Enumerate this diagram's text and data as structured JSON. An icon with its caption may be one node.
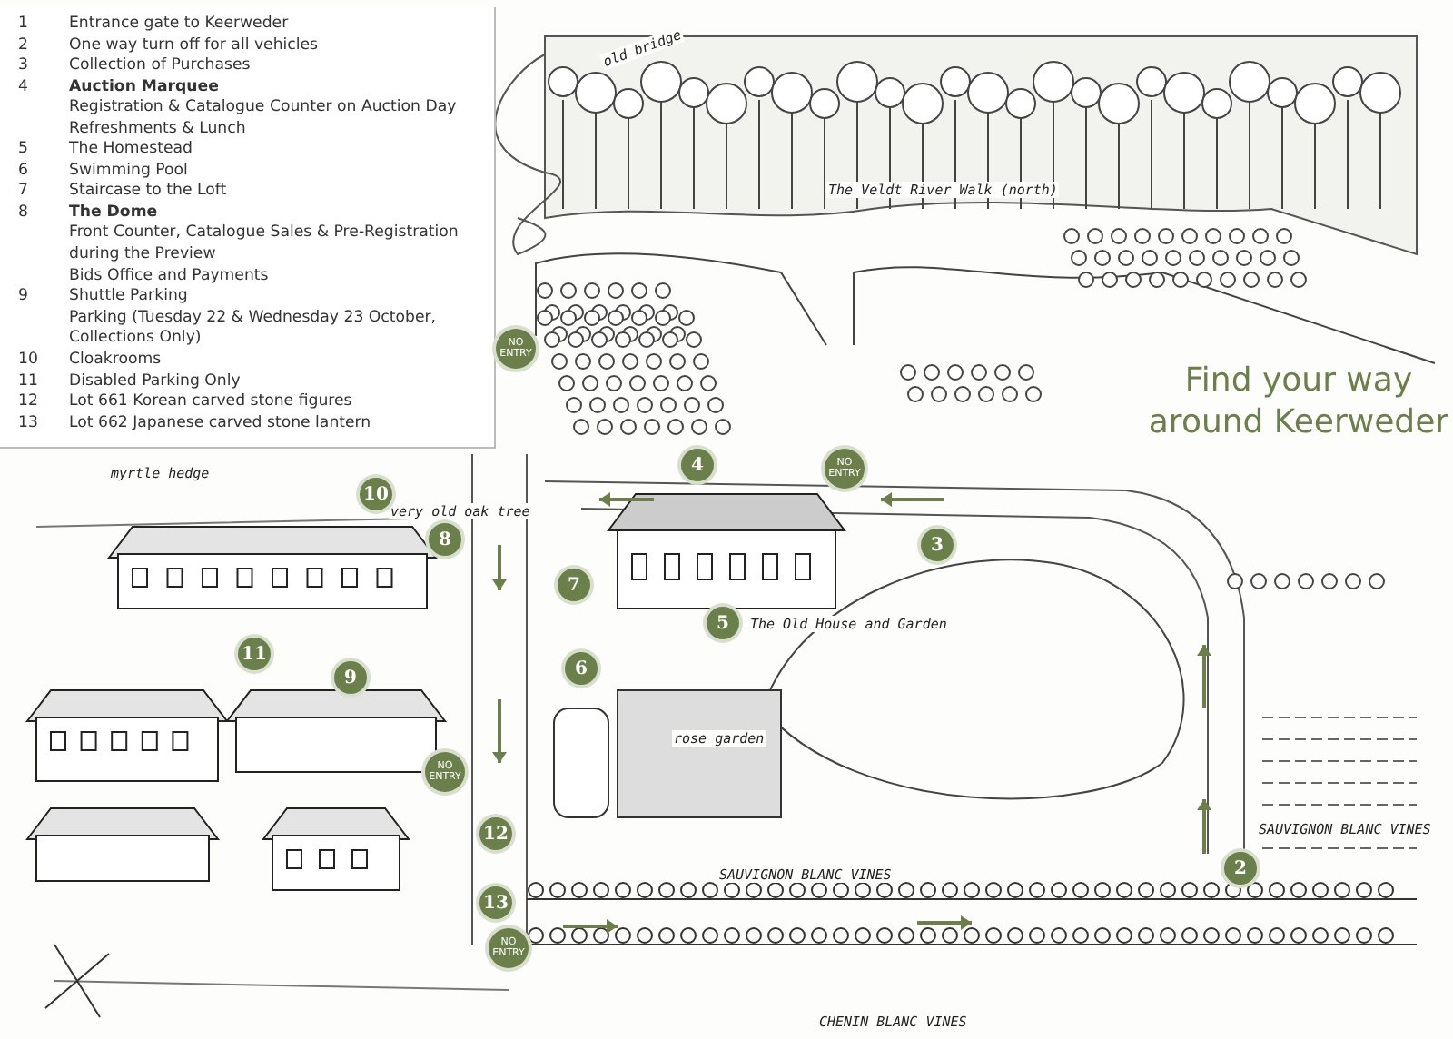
{
  "diagram": {
    "title": "Find your way around Keerweder",
    "nodes": [
      {
        "text": [
          "NO ENTRY"
        ]
      },
      {
        "text": [
          "4"
        ]
      },
      {
        "text": [
          "NO ENTRY"
        ]
      },
      {
        "text": [
          "10"
        ]
      },
      {
        "text": [
          "8"
        ]
      },
      {
        "text": [
          "3"
        ]
      },
      {
        "text": [
          "7"
        ]
      },
      {
        "text": [
          "5"
        ]
      },
      {
        "text": [
          "11"
        ]
      },
      {
        "text": [
          "6"
        ]
      },
      {
        "text": [
          "9"
        ]
      },
      {
        "text": [
          "NO ENTRY"
        ]
      },
      {
        "text": [
          "12"
        ]
      },
      {
        "text": [
          "2"
        ]
      },
      {
        "text": [
          "13"
        ]
      },
      {
        "text": [
          "NO ENTRY"
        ]
      }
    ],
    "labels": [
      "1",
      "Entrance gate to Keerweder",
      "2",
      "One way turn off for all vehicles",
      "3",
      "Collection of Purchases",
      "4",
      "Auction Marquee",
      "Registration & Catalogue Counter on Auction Day",
      "Refreshments & Lunch",
      "5",
      "The Homestead",
      "6",
      "Swimming Pool",
      "7",
      "Staircase to the Loft",
      "8",
      "The Dome",
      "Front Counter, Catalogue Sales & Pre-Registration during the Preview",
      "Bids Office and Payments",
      "9",
      "Shuttle Parking",
      "Parking (Tuesday 22 & Wednesday 23 October, Collections Only)",
      "10",
      "Cloakrooms",
      "11",
      "Disabled Parking Only",
      "12",
      "Lot 661 Korean carved stone figures",
      "13",
      "Lot 662 Japanese carved stone lantern",
      "old bridge",
      "The Veldt River Walk (north)",
      "myrtle hedge",
      "very old oak tree",
      "The Old House and Garden",
      "rose garden",
      "SAUVIGNON BLANC VINES",
      "SAUVIGNON BLANC VINES",
      "CHENIN BLANC VINES"
    ]
  }
}
